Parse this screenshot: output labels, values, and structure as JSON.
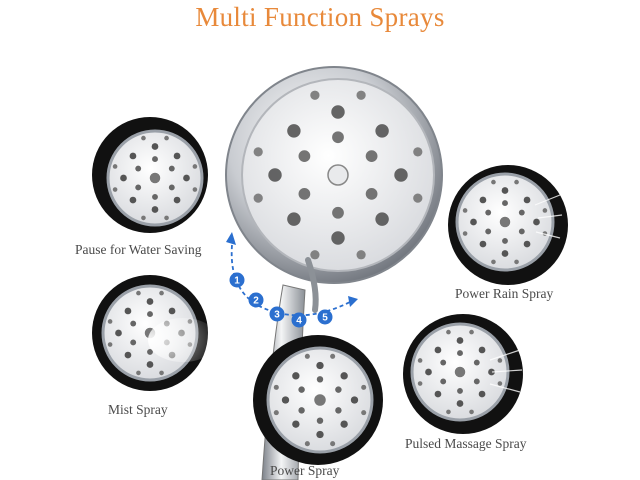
{
  "title": "Multi Function Sprays",
  "modes": [
    {
      "label": "Pause for Water Saving",
      "icon": "shower-face-pause-icon"
    },
    {
      "label": "Mist Spray",
      "icon": "shower-face-mist-icon"
    },
    {
      "label": "Power Spray",
      "icon": "shower-face-power-icon"
    },
    {
      "label": "Pulsed Massage Spray",
      "icon": "shower-face-massage-icon"
    },
    {
      "label": "Power Rain Spray",
      "icon": "shower-face-rain-icon"
    }
  ],
  "selector_steps": [
    "1",
    "2",
    "3",
    "4",
    "5"
  ],
  "colors": {
    "title": "#e8893a",
    "selector": "#2b6fcf",
    "chrome": "#9aa0a8"
  }
}
